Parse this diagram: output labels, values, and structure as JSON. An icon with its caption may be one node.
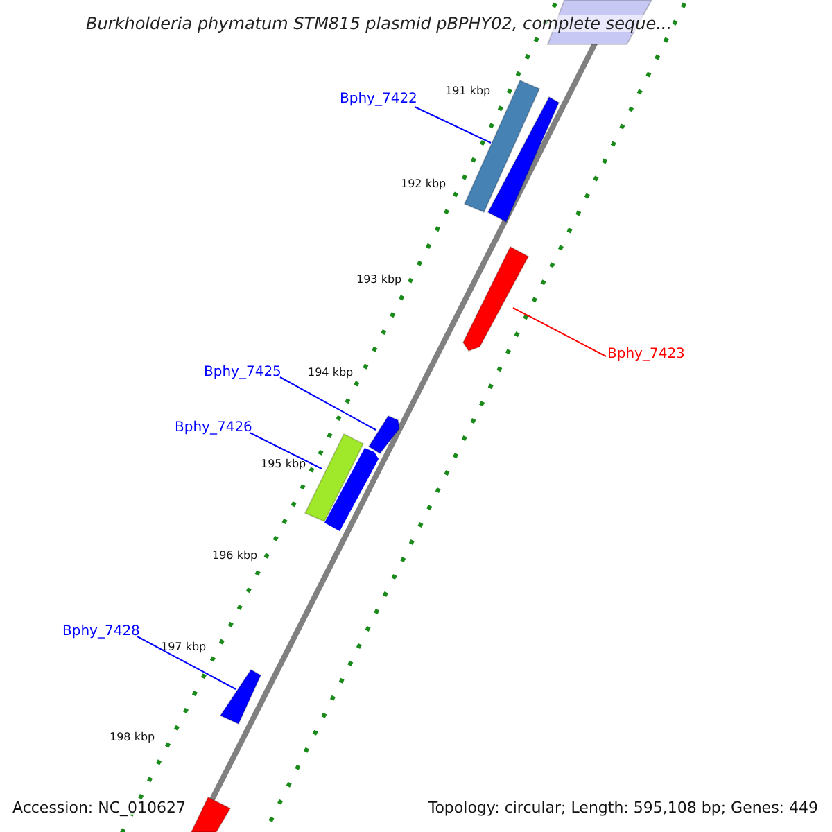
{
  "diagram": {
    "title": "Burkholderia phymatum STM815 plasmid pBPHY02, complete seque...",
    "nodes": [
      {
        "text": [
          "Bphy_7422"
        ]
      },
      {
        "text": [],
        "shape": "bar"
      },
      {
        "text": [
          "Bphy_7423"
        ]
      },
      {
        "text": [],
        "shape": "bar"
      },
      {
        "text": [
          "Bphy_7425"
        ]
      },
      {
        "text": [],
        "shape": "bar"
      },
      {
        "text": [
          "Bphy_7426"
        ]
      },
      {
        "text": [],
        "shape": "bar"
      },
      {
        "text": [
          "Bphy_7428"
        ]
      },
      {
        "text": [],
        "shape": "bar"
      }
    ],
    "edges": [
      {
        "from": 0,
        "to": 1,
        "arrow": "none"
      },
      {
        "from": 2,
        "to": 3,
        "arrow": "none",
        "color": "#ff0000"
      },
      {
        "from": 4,
        "to": 5,
        "arrow": "none"
      },
      {
        "from": 6,
        "to": 7,
        "arrow": "none"
      },
      {
        "from": 8,
        "to": 9,
        "arrow": "none"
      }
    ],
    "labels": [
      "191 kbp",
      "192 kbp",
      "193 kbp",
      "194 kbp",
      "195 kbp",
      "196 kbp",
      "197 kbp",
      "198 kbp",
      "Accession: NC_010627",
      "Topology: circular; Length: 595,108 bp; Genes: 449"
    ]
  }
}
